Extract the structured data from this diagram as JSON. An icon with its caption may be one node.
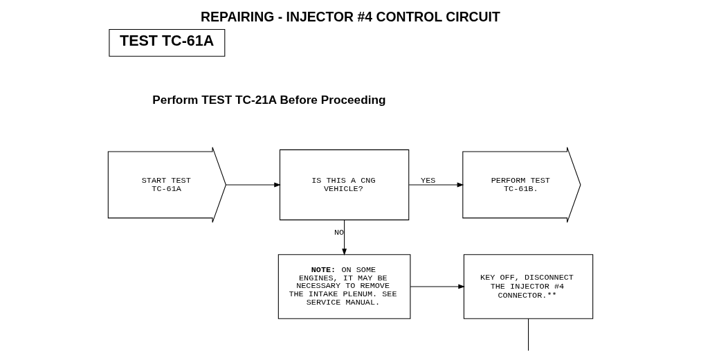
{
  "diagram": {
    "title": "REPAIRING - INJECTOR #4 CONTROL CIRCUIT",
    "nodes": [
      {
        "text": [
          "TEST TC-61A"
        ]
      },
      {
        "text": [
          "START TEST TC-61A"
        ]
      },
      {
        "text": [
          "IS THIS A CNG VEHICLE?"
        ]
      },
      {
        "text": [
          "PERFORM TEST TC-61B."
        ]
      },
      {
        "text": [
          "**NOTE:** ON SOME ENGINES, IT MAY BE NECESSARY TO REMOVE THE INTAKE PLENUM. SEE SERVICE MANUAL."
        ]
      },
      {
        "text": [
          "KEY OFF, DISCONNECT THE INJECTOR #4 CONNECTOR.**"
        ]
      }
    ],
    "edges": [
      {
        "from": 1,
        "to": 2,
        "arrow": "to"
      },
      {
        "from": 2,
        "to": 3,
        "arrow": "to",
        "label": "YES"
      },
      {
        "from": 2,
        "to": 4,
        "arrow": "to",
        "label": "NO"
      },
      {
        "from": 4,
        "to": 5,
        "arrow": "to"
      },
      {
        "from": 5,
        "to": null,
        "arrow": "none"
      }
    ],
    "labels": [
      "Perform TEST TC-21A Before Proceeding"
    ]
  }
}
